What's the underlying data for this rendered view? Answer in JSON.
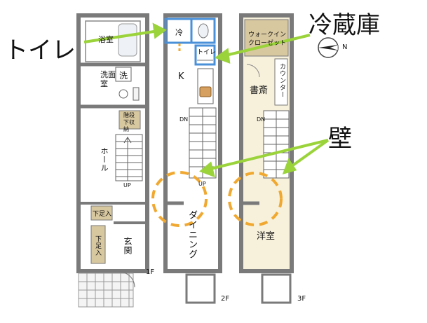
{
  "annotations": {
    "toilet": "トイレ",
    "refrigerator": "冷蔵庫",
    "wall": "壁"
  },
  "floor1": {
    "bathroom": "浴室",
    "washroom": "洗面室",
    "washer": "洗",
    "stair_storage": "階段下収納",
    "hall": "ホール",
    "shoe_storage_1": "下足入",
    "shoe_storage_2": "下足入",
    "entrance": "玄関",
    "up": "UP",
    "floor_label": "1F"
  },
  "floor2": {
    "fridge": "冷",
    "toilet": "トイレ",
    "kitchen": "K",
    "dining": "ダイニング",
    "dn": "DN",
    "up": "UP",
    "floor_label": "2F"
  },
  "floor3": {
    "closet": "ウォークインクローゼット",
    "counter": "カウンター",
    "study": "書斎",
    "western_room": "洋室",
    "dn": "DN",
    "floor_label": "3F"
  },
  "compass_label": "N",
  "colors": {
    "highlight_blue": "#4a90d9",
    "arrow_green": "#9ad33a",
    "dash_orange": "#f0a830",
    "wall_gray": "#7a7a7a",
    "floor_beige": "#f7f1dc",
    "closet_tan": "#d8c8a0"
  }
}
